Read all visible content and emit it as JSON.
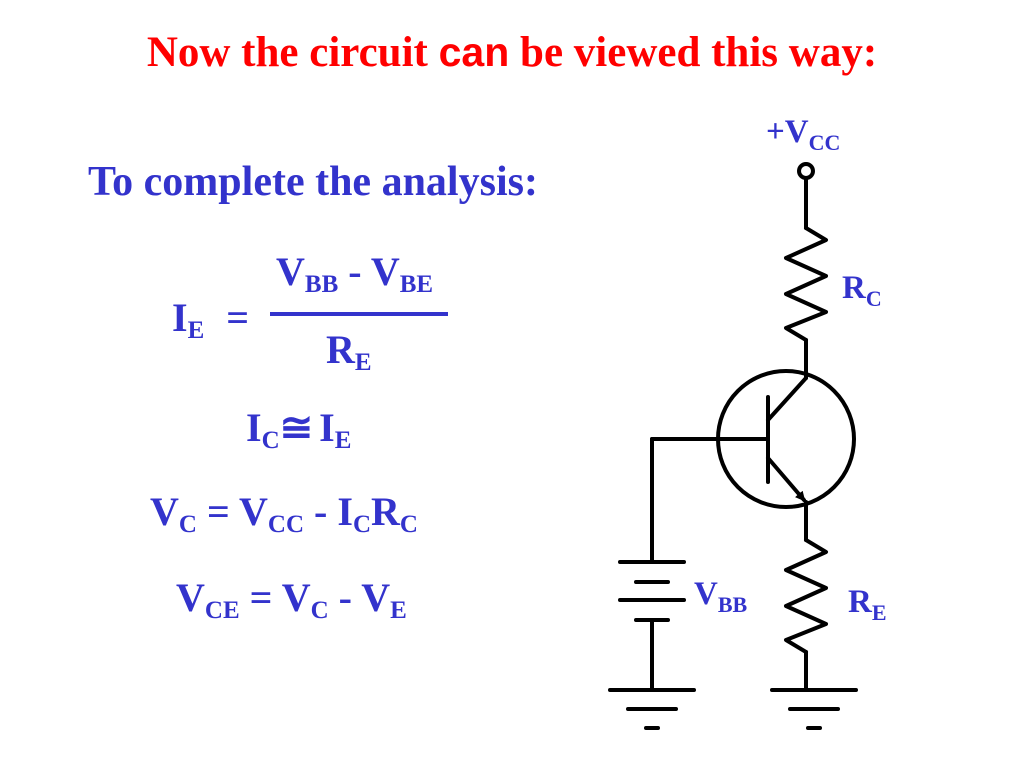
{
  "title": {
    "part1": "Now the circuit ",
    "emph": "can",
    "part2": " be viewed this way:"
  },
  "subtitle": "To complete the analysis:",
  "equations": {
    "ie_lhs": "I",
    "ie_lhs_sub": "E",
    "ie_eq": "=",
    "ie_num_a": "V",
    "ie_num_a_sub": "BB",
    "ie_num_minus": " - ",
    "ie_num_b": "V",
    "ie_num_b_sub": "BE",
    "ie_den": "R",
    "ie_den_sub": "E",
    "ic_a": "I",
    "ic_a_sub": "C",
    "ic_op": "≅",
    "ic_b": "I",
    "ic_b_sub": "E",
    "vc_a": "V",
    "vc_a_sub": "C",
    "vc_eq": " = ",
    "vc_b": "V",
    "vc_b_sub": "CC",
    "vc_minus": " - ",
    "vc_c": "I",
    "vc_c_sub": "C",
    "vc_d": "R",
    "vc_d_sub": "C",
    "vce_a": "V",
    "vce_a_sub": "CE",
    "vce_eq": " = ",
    "vce_b": "V",
    "vce_b_sub": "C",
    "vce_minus": " - ",
    "vce_c": "V",
    "vce_c_sub": "E"
  },
  "circuit": {
    "vcc": "+V",
    "vcc_sub": "CC",
    "rc": "R",
    "rc_sub": "C",
    "vbb": "V",
    "vbb_sub": "BB",
    "re": "R",
    "re_sub": "E"
  },
  "colors": {
    "title": "#ff0000",
    "text": "#3333cc",
    "wire": "#000000"
  }
}
